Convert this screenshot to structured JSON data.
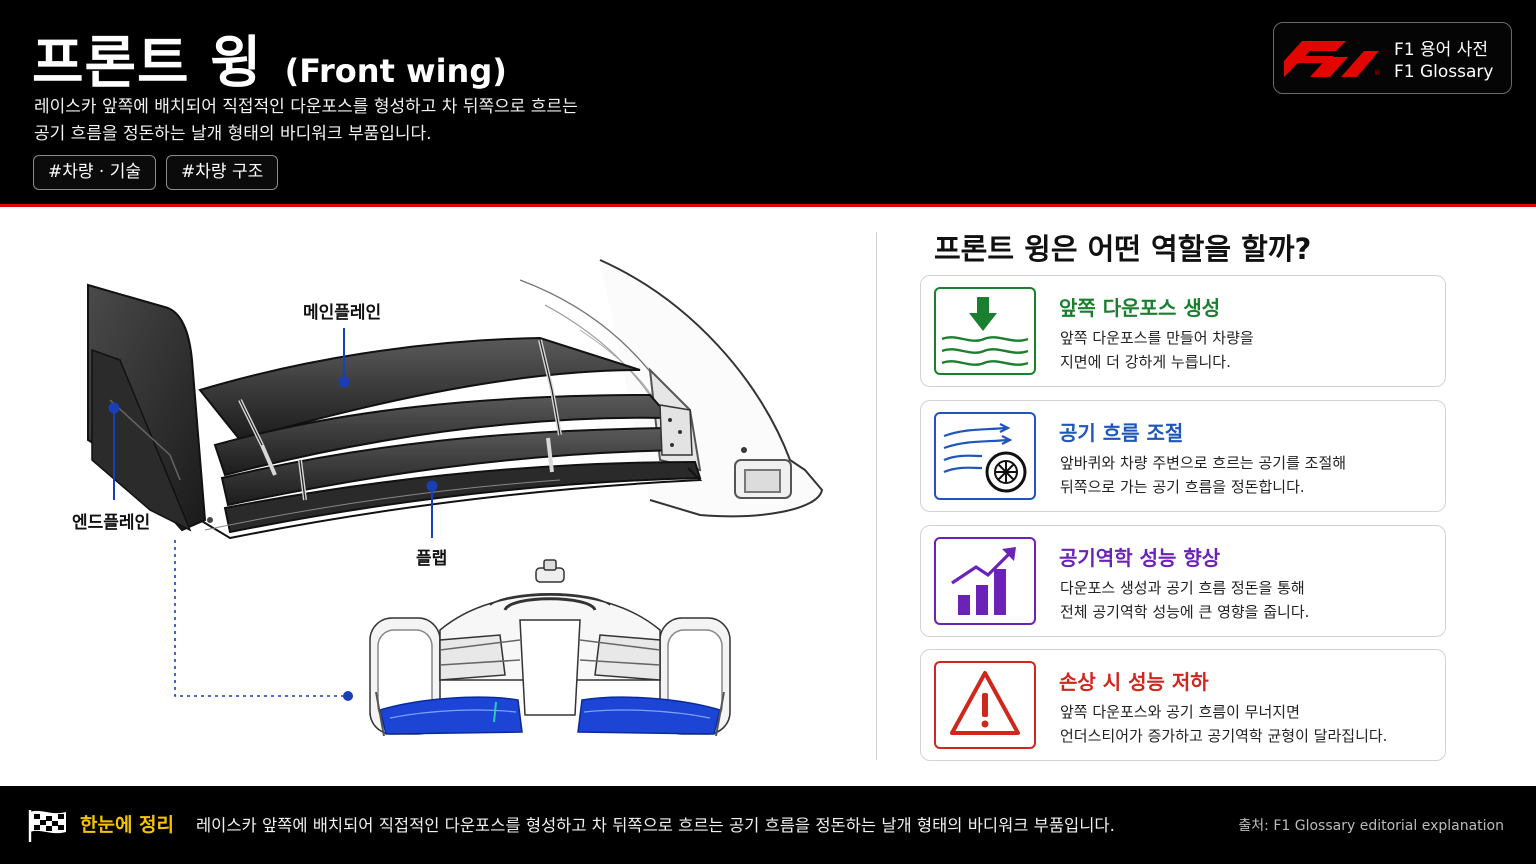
{
  "header": {
    "title": "프론트 윙",
    "title_en": "(Front wing)",
    "description_line1": "레이스카 앞쪽에 배치되어 직접적인 다운포스를 형성하고 차 뒤쪽으로 흐르는",
    "description_line2": "공기 흐름을 정돈하는 날개 형태의 바디워크 부품입니다.",
    "tags": [
      "#차량 · 기술",
      "#차량 구조"
    ]
  },
  "badge": {
    "line1": "F1 용어 사전",
    "line2": "F1 Glossary"
  },
  "diagram": {
    "labels": {
      "mainplane": "메인플레인",
      "endplate": "엔드플레인",
      "flap": "플랩"
    }
  },
  "roles": {
    "title": "프론트 윙은 어떤 역할을 할까?",
    "items": [
      {
        "title": "앞쪽 다운포스 생성",
        "line1": "앞쪽 다운포스를 만들어 차량을",
        "line2": "지면에 더 강하게 누릅니다.",
        "icon": "downforce-arrow-icon",
        "color": "#1a7f2e"
      },
      {
        "title": "공기 흐름 조절",
        "line1": "앞바퀴와 차량 주변으로 흐르는 공기를 조절해",
        "line2": "뒤쪽으로 가는 공기 흐름을 정돈합니다.",
        "icon": "airflow-wheel-icon",
        "color": "#1f56b8"
      },
      {
        "title": "공기역학 성능 향상",
        "line1": "다운포스 생성과 공기 흐름 정돈을 통해",
        "line2": "전체 공기역학 성능에 큰 영향을 줍니다.",
        "icon": "rising-bar-chart-icon",
        "color": "#6a22b8"
      },
      {
        "title": "손상 시 성능 저하",
        "line1": "앞쪽 다운포스와 공기 흐름이 무너지면",
        "line2": "언더스티어가 증가하고 공기역학 균형이 달라집니다.",
        "icon": "warning-triangle-icon",
        "color": "#d0271d"
      }
    ]
  },
  "footer": {
    "label": "한눈에 정리",
    "text": "레이스카 앞쪽에 배치되어 직접적인 다운포스를 형성하고 차 뒤쪽으로 흐르는 공기 흐름을 정돈하는 날개 형태의 바디워크 부품입니다.",
    "source": "출처: F1 Glossary editorial explanation"
  }
}
